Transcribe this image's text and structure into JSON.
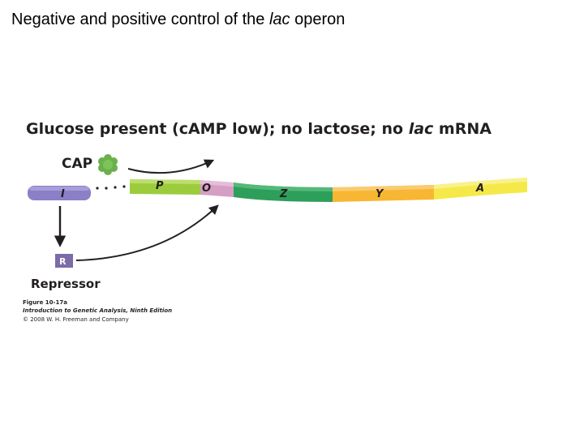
{
  "slide": {
    "title_prefix": "Negative and positive control of the ",
    "title_italic": "lac",
    "title_suffix": " operon"
  },
  "diagram": {
    "heading_part1": "Glucose present (cAMP low); no lactose; no ",
    "heading_italic": "lac",
    "heading_part2": " mRNA",
    "cap_label": "CAP",
    "repressor_box_label": "R",
    "repressor_label": "Repressor",
    "genes": {
      "i": "I",
      "p": "P",
      "o": "O",
      "z": "Z",
      "y": "Y",
      "a": "A"
    },
    "colors": {
      "i_gene": "#8b7fc7",
      "promoter": "#9ccc3c",
      "operator": "#d59fc4",
      "z_gene": "#2e9e5b",
      "y_gene": "#f7b733",
      "a_gene": "#f5e94a",
      "cap": "#6ab04c",
      "repressor": "#7d6aa8"
    }
  },
  "caption": {
    "figure": "Figure 10-17a",
    "book": "Introduction to Genetic Analysis, Ninth Edition",
    "copyright": "© 2008 W. H. Freeman and Company"
  }
}
